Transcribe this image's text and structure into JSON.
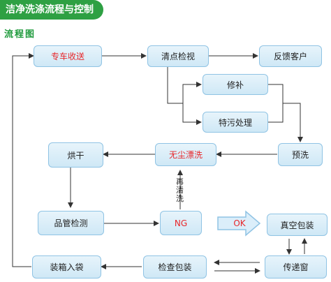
{
  "header": {
    "banner_title": "洁净洗涤流程与控制",
    "section_title": "流程图"
  },
  "nodes": {
    "delivery": "专车收送",
    "sorting": "清点检视",
    "feedback": "反馈客户",
    "repair": "修补",
    "stain": "特污处理",
    "prewash": "预洗",
    "dustfree": "无尘漂洗",
    "drying": "烘干",
    "quality": "品管检测",
    "ng": "NG",
    "ok": "OK",
    "vacuum": "真空包装",
    "bagging": "装箱入袋",
    "inspect": "检查包装",
    "passwin": "传递窗"
  },
  "rewash_label": "再清洗",
  "colors": {
    "banner": "#2ea043",
    "node_border": "#8fc3e4",
    "node_fill": "#d8edf8",
    "highlight_text": "#e8262a",
    "arrow": "#333333"
  }
}
